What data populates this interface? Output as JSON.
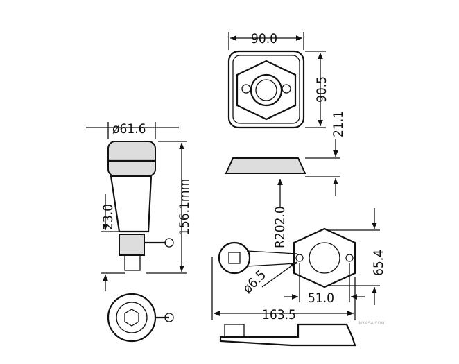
{
  "dimensions": {
    "top_width": "90.0",
    "top_height": "90.5",
    "base_height": "21.1",
    "diameter": "ø61.6",
    "lower_height": "23.0",
    "total_height": "156.1mm",
    "radius": "R202.0",
    "hole": "ø6.5",
    "mount_height": "65.4",
    "hole_spacing": "51.0",
    "total_length": "163.5"
  },
  "watermark": "IMKASA.COM"
}
